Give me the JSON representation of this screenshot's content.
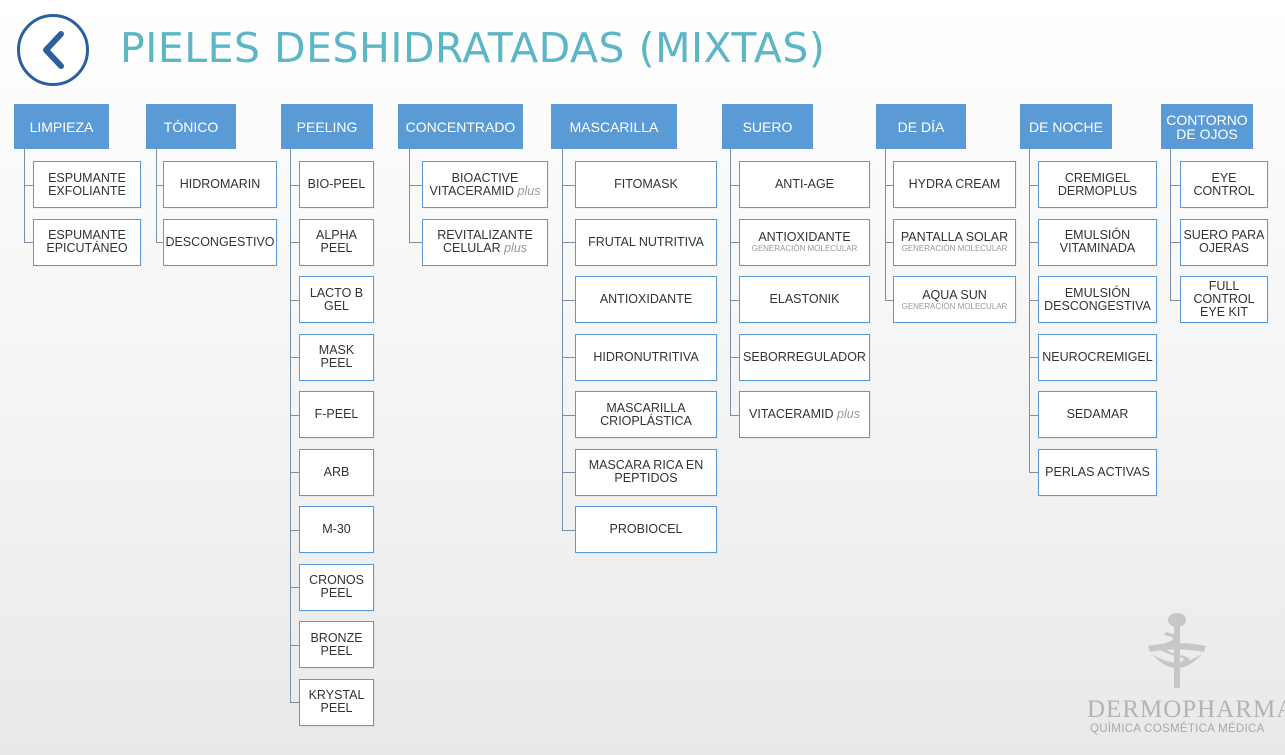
{
  "title": "PIELES DESHIDRATADAS (MIXTAS)",
  "back_icon": "chevron-left-icon",
  "colors": {
    "accent": "#5b9bd5",
    "title": "#5bb6c6",
    "back_ring": "#2c5f9e"
  },
  "categories": [
    {
      "label": "LIMPIEZA",
      "items": [
        {
          "label": "ESPUMANTE EXFOLIANTE"
        },
        {
          "label": "ESPUMANTE EPICUTÁNEO"
        }
      ]
    },
    {
      "label": "TÓNICO",
      "items": [
        {
          "label": "HIDROMARIN"
        },
        {
          "label": "DESCONGESTIVO"
        }
      ]
    },
    {
      "label": "PEELING",
      "items": [
        {
          "label": "BIO-PEEL"
        },
        {
          "label": "ALPHA PEEL"
        },
        {
          "label": "LACTO B GEL"
        },
        {
          "label": "MASK PEEL"
        },
        {
          "label": "F-PEEL"
        },
        {
          "label": "ARB"
        },
        {
          "label": "M-30"
        },
        {
          "label": "CRONOS PEEL"
        },
        {
          "label": "BRONZE PEEL"
        },
        {
          "label": "KRYSTAL PEEL"
        }
      ]
    },
    {
      "label": "CONCENTRADO",
      "items": [
        {
          "label": "BIOACTIVE VITACERAMID",
          "tag": "plus"
        },
        {
          "label": "REVITALIZANTE CELULAR",
          "tag": "plus"
        }
      ]
    },
    {
      "label": "MASCARILLA",
      "items": [
        {
          "label": "FITOMASK"
        },
        {
          "label": "FRUTAL NUTRITIVA"
        },
        {
          "label": "ANTIOXIDANTE"
        },
        {
          "label": "HIDRONUTRITIVA"
        },
        {
          "label": "MASCARILLA CRIOPLÁSTICA"
        },
        {
          "label": "MASCARA RICA EN PEPTIDOS"
        },
        {
          "label": "PROBIOCEL"
        }
      ]
    },
    {
      "label": "SUERO",
      "items": [
        {
          "label": "ANTI-AGE"
        },
        {
          "label": "ANTIOXIDANTE",
          "sub": "GENERACIÓN MOLECULAR"
        },
        {
          "label": "ELASTONIK"
        },
        {
          "label": "SEBORREGULADOR"
        },
        {
          "label": "VITACERAMID",
          "tag": "plus"
        }
      ]
    },
    {
      "label": "DE DÍA",
      "items": [
        {
          "label": "HYDRA CREAM"
        },
        {
          "label": "PANTALLA SOLAR",
          "sub": "GENERACIÓN MOLECULAR"
        },
        {
          "label": "AQUA SUN",
          "sub": "GENERACIÓN MOLECULAR"
        }
      ]
    },
    {
      "label": "DE NOCHE",
      "items": [
        {
          "label": "CREMIGEL DERMOPLUS"
        },
        {
          "label": "EMULSIÓN VITAMINADA"
        },
        {
          "label": "EMULSIÓN DESCONGESTIVA"
        },
        {
          "label": "NEUROCREMIGEL"
        },
        {
          "label": "SEDAMAR"
        },
        {
          "label": "PERLAS ACTIVAS"
        }
      ]
    },
    {
      "label": "CONTORNO DE OJOS",
      "items": [
        {
          "label": "EYE CONTROL"
        },
        {
          "label": "SUERO PARA OJERAS"
        },
        {
          "label": "FULL CONTROL EYE KIT"
        }
      ]
    }
  ],
  "logo": {
    "name": "DERMOPHARMA",
    "registered": "®",
    "tagline": "QUÍMICA COSMÉTICA MÉDICA",
    "icon": "caduceus-bowl-icon"
  }
}
